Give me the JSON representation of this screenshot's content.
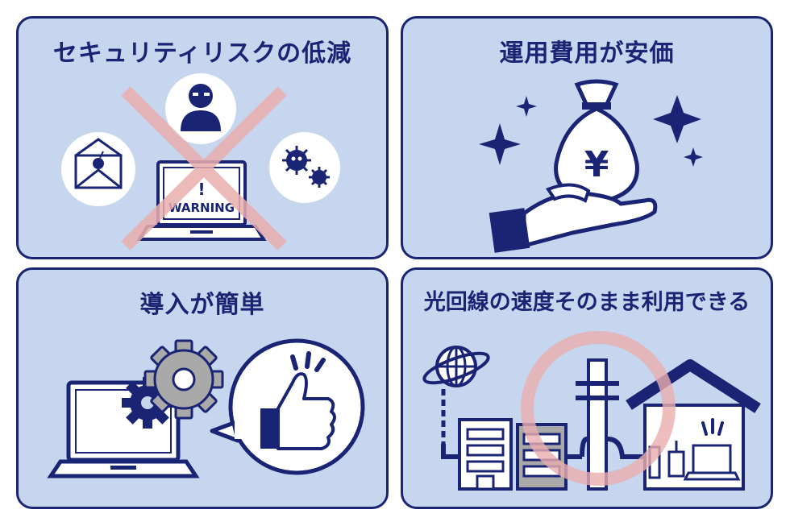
{
  "panels": [
    {
      "title": "セキュリティリスクの低減",
      "label": "WARNING",
      "alert": "!"
    },
    {
      "title": "運用費用が安価",
      "currency": "¥"
    },
    {
      "title": "導入が簡単"
    },
    {
      "title": "光回線の速度そのまま利用できる"
    }
  ],
  "colors": {
    "navy": "#1a2474",
    "panel": "#c5d6ee",
    "gray": "#a9a9a9",
    "cross": "#eaaeae"
  },
  "icons": [
    "envelope-bomb-icon",
    "hacker-icon",
    "laptop-icon",
    "virus-icon",
    "cross-icon",
    "sparkle-icon",
    "money-bag-icon",
    "hand-icon",
    "gear-icon",
    "thumbs-up-icon",
    "globe-icon",
    "building-icon",
    "utility-pole-icon",
    "house-icon",
    "router-icon"
  ]
}
